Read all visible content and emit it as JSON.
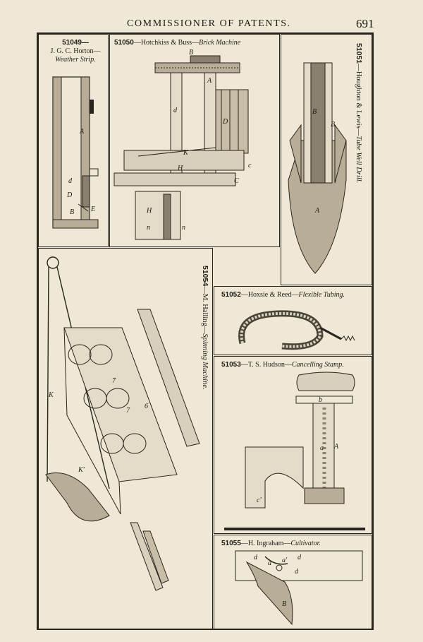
{
  "header": {
    "running_title": "COMMISSIONER OF PATENTS.",
    "page_number": "691"
  },
  "patents": {
    "p51049": {
      "number": "51049—",
      "inventor": "J. G. C. Horton—",
      "title": "Weather Strip."
    },
    "p51050": {
      "number": "51050",
      "inventor": "—Hotchkiss & Buss—",
      "title": "Brick Machine"
    },
    "p51051": {
      "number": "51051",
      "inventor": "—Houghton & Lewis—",
      "title": "Tube Well Drill."
    },
    "p51052": {
      "number": "51052",
      "inventor": "—Hoxsie & Reed—",
      "title": "Flexible Tubing."
    },
    "p51053": {
      "number": "51053",
      "inventor": "—T. S. Hudson—",
      "title": "Cancelling Stamp."
    },
    "p51054": {
      "number": "51054",
      "inventor": "—M. Halling—",
      "title": "Spinning Machine."
    },
    "p51055": {
      "number": "51055",
      "inventor": "—H. Ingraham—",
      "title": "Cultivator."
    }
  },
  "figure_labels": {
    "p51049": [
      "A",
      "d",
      "D",
      "B",
      "E"
    ],
    "p51050": [
      "B",
      "A",
      "d",
      "D",
      "K",
      "H",
      "c",
      "C",
      "H",
      "n",
      "n"
    ],
    "p51051": [
      "B",
      "B",
      "A"
    ],
    "p51053": [
      "b",
      "a",
      "A",
      "c'"
    ],
    "p51054": [
      "K",
      "K'",
      "7",
      "7",
      "6"
    ],
    "p51055": [
      "d",
      "d",
      "a",
      "a'",
      "d",
      "B"
    ]
  }
}
